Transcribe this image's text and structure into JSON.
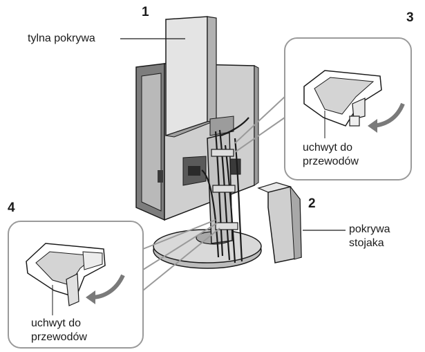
{
  "step_numbers": {
    "n1": "1",
    "n2": "2",
    "n3": "3",
    "n4": "4"
  },
  "labels": {
    "back_cover": "tylna pokrywa",
    "stand_cover_line1": "pokrywa",
    "stand_cover_line2": "stojaka",
    "holder_top_line1": "uchwyt do",
    "holder_top_line2": "przewodów",
    "holder_bottom_line1": "uchwyt do",
    "holder_bottom_line2": "przewodów"
  },
  "colors": {
    "line": "#1a1a1a",
    "metal_light": "#e9e9e9",
    "metal_mid": "#c8c8c8",
    "metal_dark": "#8a8a8a",
    "shadow": "#5a5a5a",
    "callout_border": "#9a9a9a",
    "arrow": "#7a7a7a"
  }
}
